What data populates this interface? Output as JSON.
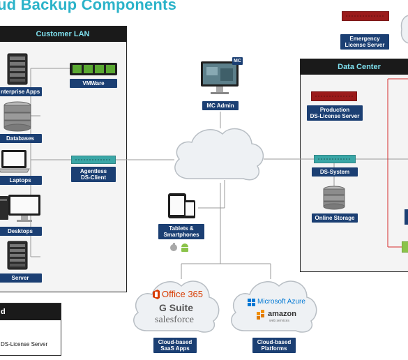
{
  "title": "ud Backup Components",
  "panels": {
    "customer_lan": "Customer LAN",
    "data_center": "Data Center"
  },
  "labels": {
    "enterprise_apps": "nterprise Apps",
    "databases": "Databases",
    "laptops": "Laptops",
    "desktops": "Desktops",
    "server": "Server",
    "vmware": "VMWare",
    "agentless_line1": "Agentless",
    "agentless_line2": "DS-Client",
    "mc_admin": "MC Admin",
    "mc_badge": "MC",
    "tablets_line1": "Tablets &",
    "tablets_line2": "Smartphones",
    "saas_line1": "Cloud-based",
    "saas_line2": "SaaS Apps",
    "platforms_line1": "Cloud-based",
    "platforms_line2": "Platforms",
    "emergency_line1": "Emergency",
    "emergency_line2": "License Server",
    "production_line1": "Production",
    "production_line2": "DS-License Server",
    "ds_system": "DS-System",
    "online_storage": "Online Storage"
  },
  "logos": {
    "office365": "Office 365",
    "gsuite": "G Suite",
    "salesforce": "salesforce",
    "azure": "Microsoft Azure",
    "amazon": "amazon",
    "aws_sub": "web services"
  },
  "legend": {
    "heading": "d",
    "item": "DS-License Server"
  },
  "colors": {
    "title": "#2bb3c9",
    "label_bg": "#1b3f73",
    "panel_head_bg": "#1a1a1a",
    "panel_head_text": "#7fe0ee",
    "panel_bg": "#f4f4f4",
    "cloud_fill": "#eef1f4",
    "link_line": "#999999",
    "license_link": "#d62b2b",
    "license_server": "#9b1b1b",
    "appliance": "#3aa6a6",
    "vmware_module": "#5aa832",
    "office_orange": "#d83b01",
    "azure_blue": "#0078d4",
    "aws_orange": "#f29100"
  }
}
